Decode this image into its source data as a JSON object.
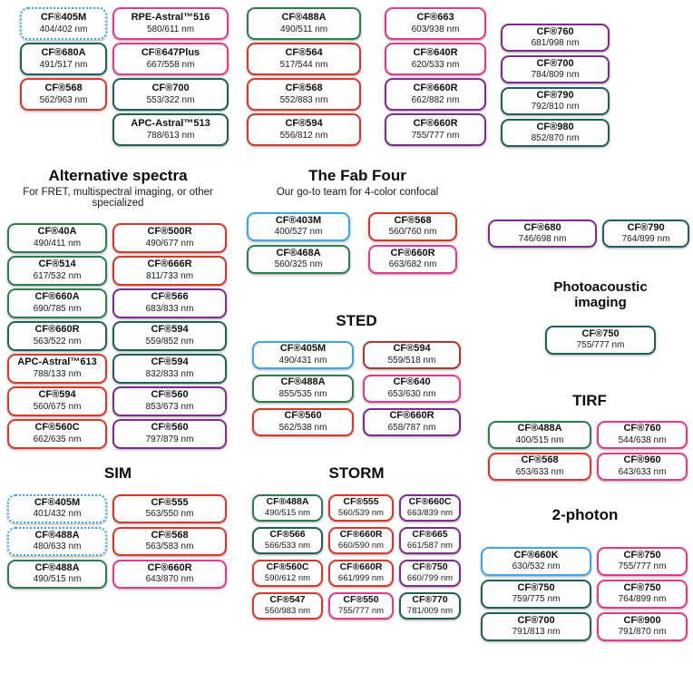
{
  "colors": {
    "blue": "#3ea7e0",
    "green": "#2e7d4e",
    "teal": "#1f6058",
    "red": "#d8372b",
    "maroon": "#a63a35",
    "pink": "#e23a8e",
    "purple": "#7c2d8e"
  },
  "sections": {
    "top_left": {
      "columns": [
        [
          {
            "name": "CF®405M",
            "nm": "404/402 nm",
            "color": "blue",
            "dotted": true
          },
          {
            "name": "CF®680A",
            "nm": "491/517 nm",
            "color": "teal"
          },
          {
            "name": "CF®568",
            "nm": "562/963 nm",
            "color": "red"
          }
        ],
        [
          {
            "name": "RPE-Astral™516",
            "nm": "580/611 nm",
            "color": "pink"
          },
          {
            "name": "CF®647Plus",
            "nm": "667/558 nm",
            "color": "pink"
          },
          {
            "name": "CF®700",
            "nm": "553/322 nm",
            "color": "teal"
          },
          {
            "name": "APC-Astral™513",
            "nm": "788/613 nm",
            "color": "teal"
          }
        ]
      ]
    },
    "top_mid": {
      "columns": [
        [
          {
            "name": "CF®488A",
            "nm": "490/511 nm",
            "color": "green"
          },
          {
            "name": "CF®564",
            "nm": "517/544 nm",
            "color": "red"
          },
          {
            "name": "CF®568",
            "nm": "552/883 nm",
            "color": "red"
          },
          {
            "name": "CF®594",
            "nm": "556/812 nm",
            "color": "red"
          }
        ],
        [
          {
            "name": "CF®663",
            "nm": "603/938 nm",
            "color": "pink"
          },
          {
            "name": "CF®640R",
            "nm": "620/533 nm",
            "color": "pink"
          },
          {
            "name": "CF®660R",
            "nm": "662/882 nm",
            "color": "purple"
          },
          {
            "name": "CF®660R",
            "nm": "755/777 nm",
            "color": "purple"
          }
        ]
      ]
    },
    "top_right": {
      "columns": [
        [
          {
            "name": "CF®760",
            "nm": "681/998 nm",
            "color": "purple"
          },
          {
            "name": "CF®700",
            "nm": "784/809 nm",
            "color": "purple"
          },
          {
            "name": "CF®790",
            "nm": "792/810 nm",
            "color": "teal"
          },
          {
            "name": "CF®980",
            "nm": "852/870 nm",
            "color": "teal"
          }
        ]
      ]
    },
    "alt_spectra": {
      "heading": "Alternative spectra",
      "subtitle": "For FRET, multispectral imaging, or other specialized",
      "columns": [
        [
          {
            "name": "CF®40A",
            "nm": "490/411 nm",
            "color": "green"
          },
          {
            "name": "CF®514",
            "nm": "617/532 nm",
            "color": "green"
          },
          {
            "name": "CF®660A",
            "nm": "690/785 nm",
            "color": "green"
          },
          {
            "name": "CF®660R",
            "nm": "563/522 nm",
            "color": "teal"
          },
          {
            "name": "APC-Astral™613",
            "nm": "788/133 nm",
            "color": "red"
          },
          {
            "name": "CF®594",
            "nm": "560/675 nm",
            "color": "red"
          },
          {
            "name": "CF®560C",
            "nm": "662/635 nm",
            "color": "red"
          }
        ],
        [
          {
            "name": "CF®500R",
            "nm": "490/677 nm",
            "color": "red"
          },
          {
            "name": "CF®666R",
            "nm": "811/733 nm",
            "color": "red"
          },
          {
            "name": "CF®566",
            "nm": "683/833 nm",
            "color": "purple"
          },
          {
            "name": "CF®594",
            "nm": "559/852 nm",
            "color": "teal"
          },
          {
            "name": "CF®594",
            "nm": "832/833 nm",
            "color": "teal"
          },
          {
            "name": "CF®560",
            "nm": "853/673 nm",
            "color": "purple"
          },
          {
            "name": "CF®560",
            "nm": "797/879 nm",
            "color": "purple"
          }
        ]
      ]
    },
    "fab_four": {
      "heading": "The Fab Four",
      "subtitle": "Our go-to team for 4-color confocal",
      "columns": [
        [
          {
            "name": "CF®403M",
            "nm": "400/527 nm",
            "color": "blue"
          },
          {
            "name": "CF®468A",
            "nm": "560/325 nm",
            "color": "green"
          }
        ],
        [
          {
            "name": "CF®568",
            "nm": "560/760 nm",
            "color": "red"
          },
          {
            "name": "CF®660R",
            "nm": "663/682 nm",
            "color": "pink"
          }
        ]
      ]
    },
    "right_pair": {
      "columns": [
        [
          {
            "name": "CF®680",
            "nm": "746/698 nm",
            "color": "purple"
          }
        ],
        [
          {
            "name": "CF®790",
            "nm": "764/899 nm",
            "color": "teal"
          }
        ]
      ]
    },
    "sted": {
      "heading": "STED",
      "columns": [
        [
          {
            "name": "CF®405M",
            "nm": "490/431 nm",
            "color": "blue"
          },
          {
            "name": "CF®488A",
            "nm": "855/535 nm",
            "color": "green"
          },
          {
            "name": "CF®560",
            "nm": "562/538 nm",
            "color": "red"
          }
        ],
        [
          {
            "name": "CF®594",
            "nm": "559/518 nm",
            "color": "maroon"
          },
          {
            "name": "CF®640",
            "nm": "653/630 nm",
            "color": "pink"
          },
          {
            "name": "CF®660R",
            "nm": "658/787 nm",
            "color": "purple"
          }
        ]
      ]
    },
    "photoacoustic": {
      "heading": "Photoacoustic imaging",
      "columns": [
        [
          {
            "name": "CF®750",
            "nm": "755/777 nm",
            "color": "teal"
          }
        ]
      ]
    },
    "tirf": {
      "heading": "TIRF",
      "columns": [
        [
          {
            "name": "CF®488A",
            "nm": "400/515 nm",
            "color": "green"
          },
          {
            "name": "CF®568",
            "nm": "653/633 nm",
            "color": "red"
          }
        ],
        [
          {
            "name": "CF®760",
            "nm": "544/638 nm",
            "color": "pink"
          },
          {
            "name": "CF®960",
            "nm": "643/633 nm",
            "color": "pink"
          }
        ]
      ]
    },
    "sim": {
      "heading": "SIM",
      "columns": [
        [
          {
            "name": "CF®405M",
            "nm": "401/432 nm",
            "color": "blue",
            "dotted": true
          },
          {
            "name": "CF®488A",
            "nm": "480/633 nm",
            "color": "blue",
            "dotted": true
          },
          {
            "name": "CF®488A",
            "nm": "490/515 nm",
            "color": "green"
          }
        ],
        [
          {
            "name": "CF®555",
            "nm": "563/550 nm",
            "color": "red"
          },
          {
            "name": "CF®568",
            "nm": "563/583 nm",
            "color": "red"
          },
          {
            "name": "CF®660R",
            "nm": "643/870 nm",
            "color": "pink"
          }
        ]
      ]
    },
    "storm": {
      "heading": "STORM",
      "columns": [
        [
          {
            "name": "CF®488A",
            "nm": "490/515 nm",
            "color": "green"
          },
          {
            "name": "CF®566",
            "nm": "566/533 nm",
            "color": "teal"
          },
          {
            "name": "CF®560C",
            "nm": "590/612 nm",
            "color": "red"
          },
          {
            "name": "CF®547",
            "nm": "550/983 nm",
            "color": "red"
          }
        ],
        [
          {
            "name": "CF®555",
            "nm": "560/539 nm",
            "color": "red"
          },
          {
            "name": "CF®660R",
            "nm": "660/590 nm",
            "color": "red"
          },
          {
            "name": "CF®660R",
            "nm": "661/999 nm",
            "color": "red"
          },
          {
            "name": "CF®550",
            "nm": "755/777 nm",
            "color": "pink"
          }
        ],
        [
          {
            "name": "CF®660C",
            "nm": "663/839 nm",
            "color": "purple"
          },
          {
            "name": "CF®665",
            "nm": "661/587 nm",
            "color": "purple"
          },
          {
            "name": "CF®750",
            "nm": "660/799 nm",
            "color": "purple"
          },
          {
            "name": "CF®770",
            "nm": "781/009 nm",
            "color": "teal"
          }
        ]
      ]
    },
    "two_photon": {
      "heading": "2-photon",
      "columns": [
        [
          {
            "name": "CF®660K",
            "nm": "630/532 nm",
            "color": "blue"
          },
          {
            "name": "CF®750",
            "nm": "759/775 nm",
            "color": "teal"
          },
          {
            "name": "CF®700",
            "nm": "791/813 nm",
            "color": "teal"
          }
        ],
        [
          {
            "name": "CF®750",
            "nm": "755/777 nm",
            "color": "pink"
          },
          {
            "name": "CF®750",
            "nm": "764/899 nm",
            "color": "pink"
          },
          {
            "name": "CF®900",
            "nm": "791/870 nm",
            "color": "pink"
          }
        ]
      ]
    }
  }
}
